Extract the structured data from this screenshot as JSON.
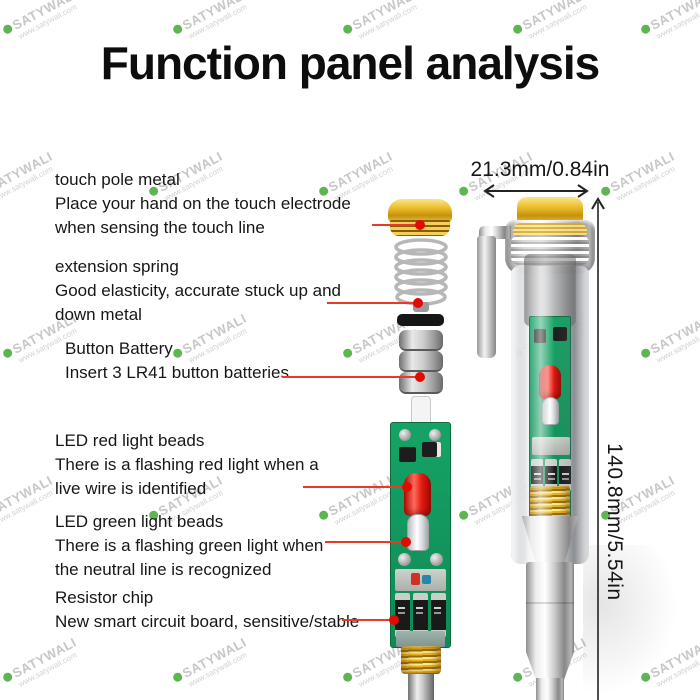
{
  "title": "Function panel analysis",
  "watermark": {
    "brand": "SATYWALI",
    "url": "www.satywali.com",
    "text_color": "#c2c2c2",
    "leaf_color": "#4caf3f"
  },
  "annotations": [
    {
      "title": "touch pole metal",
      "lines": [
        "Place your hand on the touch electrode",
        "when sensing the touch line"
      ]
    },
    {
      "title": "extension spring",
      "lines": [
        "Good elasticity, accurate stuck up and",
        "down metal"
      ]
    },
    {
      "title": "Button Battery",
      "lines": [
        "Insert 3 LR41 button batteries"
      ]
    },
    {
      "title": "LED red light beads",
      "lines": [
        "There is a flashing red light when a",
        "live wire is identified"
      ]
    },
    {
      "title": "LED green light beads",
      "lines": [
        "There is a flashing green light when",
        "the neutral line is recognized"
      ]
    },
    {
      "title": "Resistor chip",
      "lines": [
        "New smart circuit board, sensitive/stable"
      ]
    }
  ],
  "dimensions": {
    "width_label": "21.3mm/0.84in",
    "height_label": "140.8mm/5.54in"
  },
  "colors": {
    "callout_red": "#e8392b",
    "callout_dot": "#e00c00",
    "gold": "#e7b41f",
    "pcb_green": "#139a5f",
    "led_red": "#e31b12",
    "chrome": "#cfcfcf",
    "text": "#111111"
  }
}
